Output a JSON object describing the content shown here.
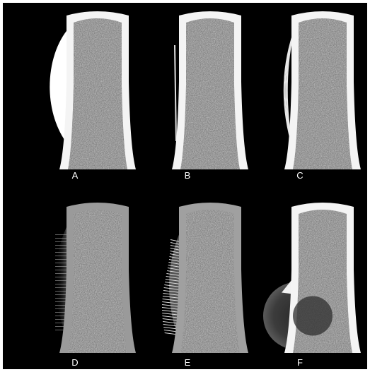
{
  "figure": {
    "background": "#000000",
    "frame": "#ffffff",
    "bone_cortex_color": "#f2f2f2",
    "marrow_color": "#8a8a8a",
    "panels": [
      {
        "label": "A",
        "lesion": "smooth-bulge",
        "cortex_tone": "#f4f4f4"
      },
      {
        "label": "B",
        "lesion": "thin-lamella",
        "cortex_tone": "#f4f4f4"
      },
      {
        "label": "C",
        "lesion": "onion-skin",
        "cortex_tone": "#f4f4f4"
      },
      {
        "label": "D",
        "lesion": "hair-on-end",
        "cortex_tone": "#9a9a9a"
      },
      {
        "label": "E",
        "lesion": "sunburst",
        "cortex_tone": "#a0a0a0"
      },
      {
        "label": "F",
        "lesion": "codman-triangle",
        "cortex_tone": "#f4f4f4"
      }
    ]
  }
}
